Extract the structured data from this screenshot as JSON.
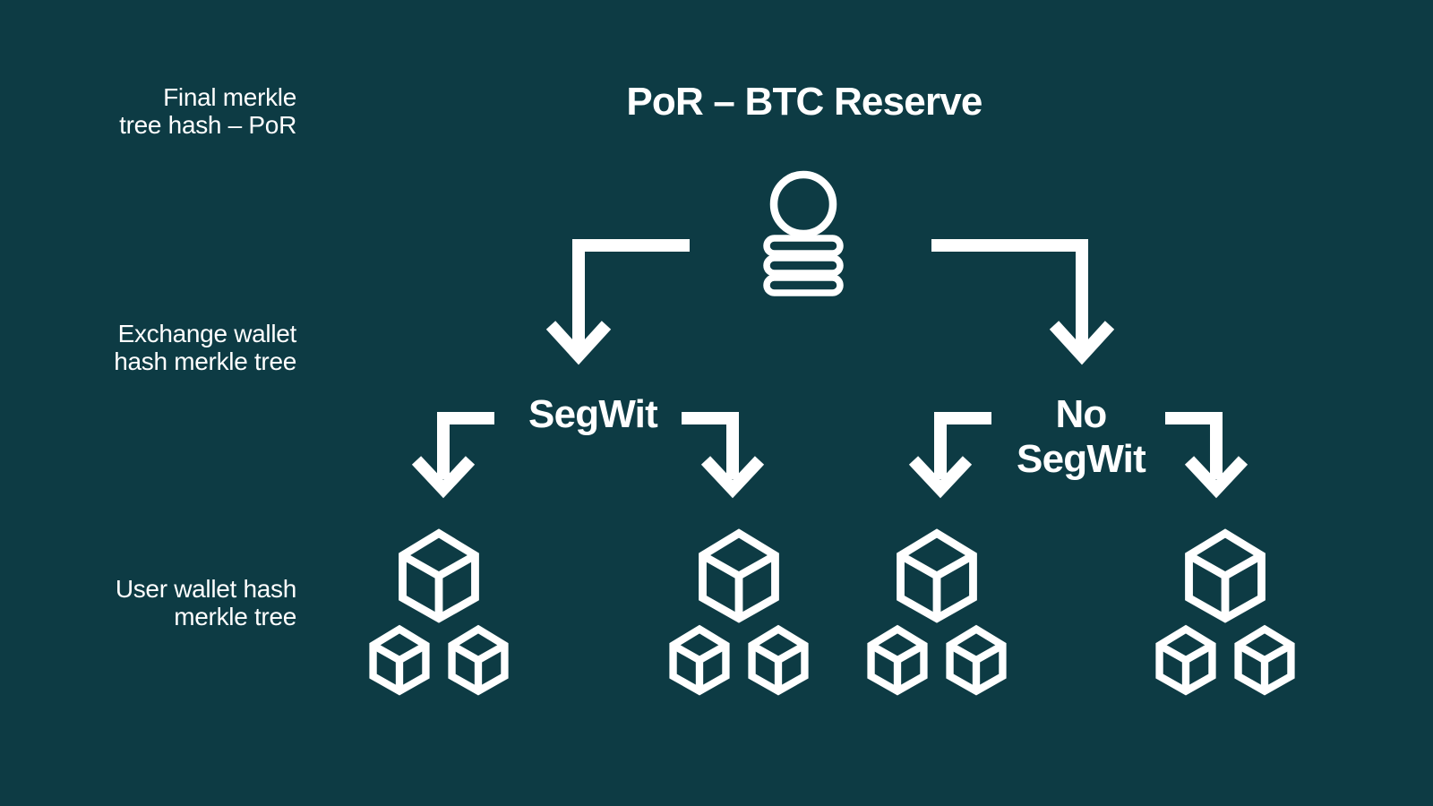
{
  "meta": {
    "background_color": "#0d3b44",
    "foreground_color": "#ffffff"
  },
  "title": {
    "text": "PoR – BTC Reserve"
  },
  "row_labels": [
    {
      "id": "final-merkle-hash",
      "text": "Final merkle\ntree hash – PoR"
    },
    {
      "id": "exchange-wallet-hash",
      "text": "Exchange wallet\nhash merkle tree"
    },
    {
      "id": "user-wallet-hash",
      "text": "User wallet hash\nmerkle tree"
    }
  ],
  "tree": {
    "root_icon": "coin-stack-icon",
    "branches": [
      {
        "id": "segwit",
        "label": "SegWit",
        "leaf_groups": 2
      },
      {
        "id": "no-segwit",
        "label": "No\nSegWit",
        "leaf_groups": 2
      }
    ],
    "leaf_icon": "block-cube-icon",
    "cubes_per_group": {
      "large": 1,
      "small": 2
    }
  }
}
